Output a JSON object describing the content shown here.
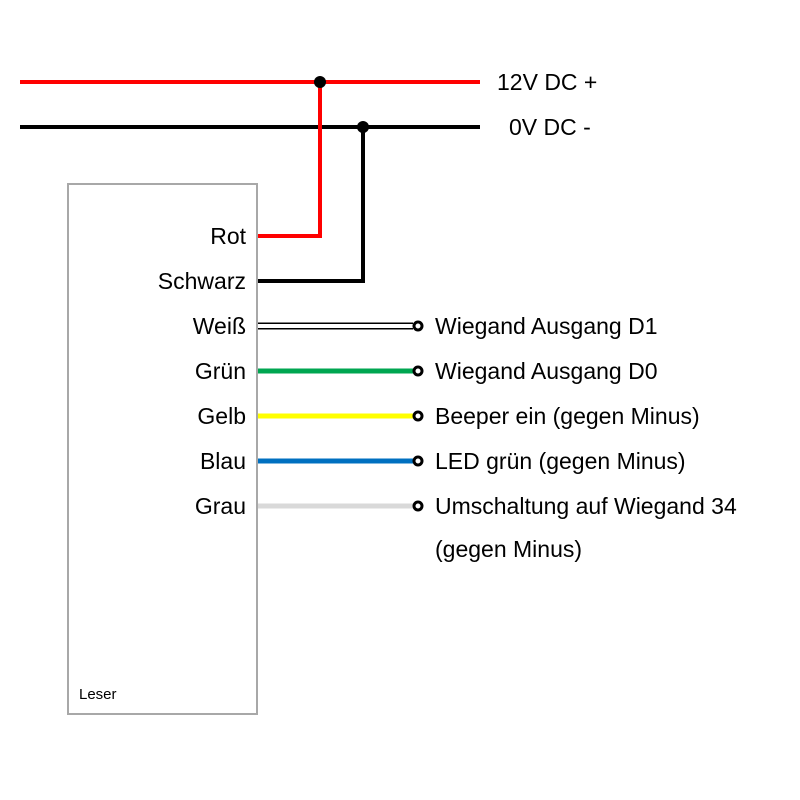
{
  "diagram": {
    "bus_lines": [
      {
        "label": "12V DC +",
        "color": "#ff0000"
      },
      {
        "label": "0V DC -",
        "color": "#000000"
      }
    ],
    "reader": {
      "label": "Leser"
    },
    "junction_dot_color": "#000000",
    "terminal_dot_border": "#000000",
    "wires": [
      {
        "name": "Rot",
        "color": "#ff0000"
      },
      {
        "name": "Schwarz",
        "color": "#000000"
      },
      {
        "name": "Weiß",
        "color": "#ffffff",
        "desc": "Wiegand Ausgang D1"
      },
      {
        "name": "Grün",
        "color": "#00a651",
        "desc": "Wiegand Ausgang D0"
      },
      {
        "name": "Gelb",
        "color": "#ffff00",
        "desc": "Beeper ein (gegen Minus)"
      },
      {
        "name": "Blau",
        "color": "#0070c0",
        "desc": "LED grün (gegen Minus)"
      },
      {
        "name": "Grau",
        "color": "#d9d9d9",
        "desc": "Umschaltung auf Wiegand 34",
        "desc_line2": "(gegen Minus)"
      }
    ]
  }
}
